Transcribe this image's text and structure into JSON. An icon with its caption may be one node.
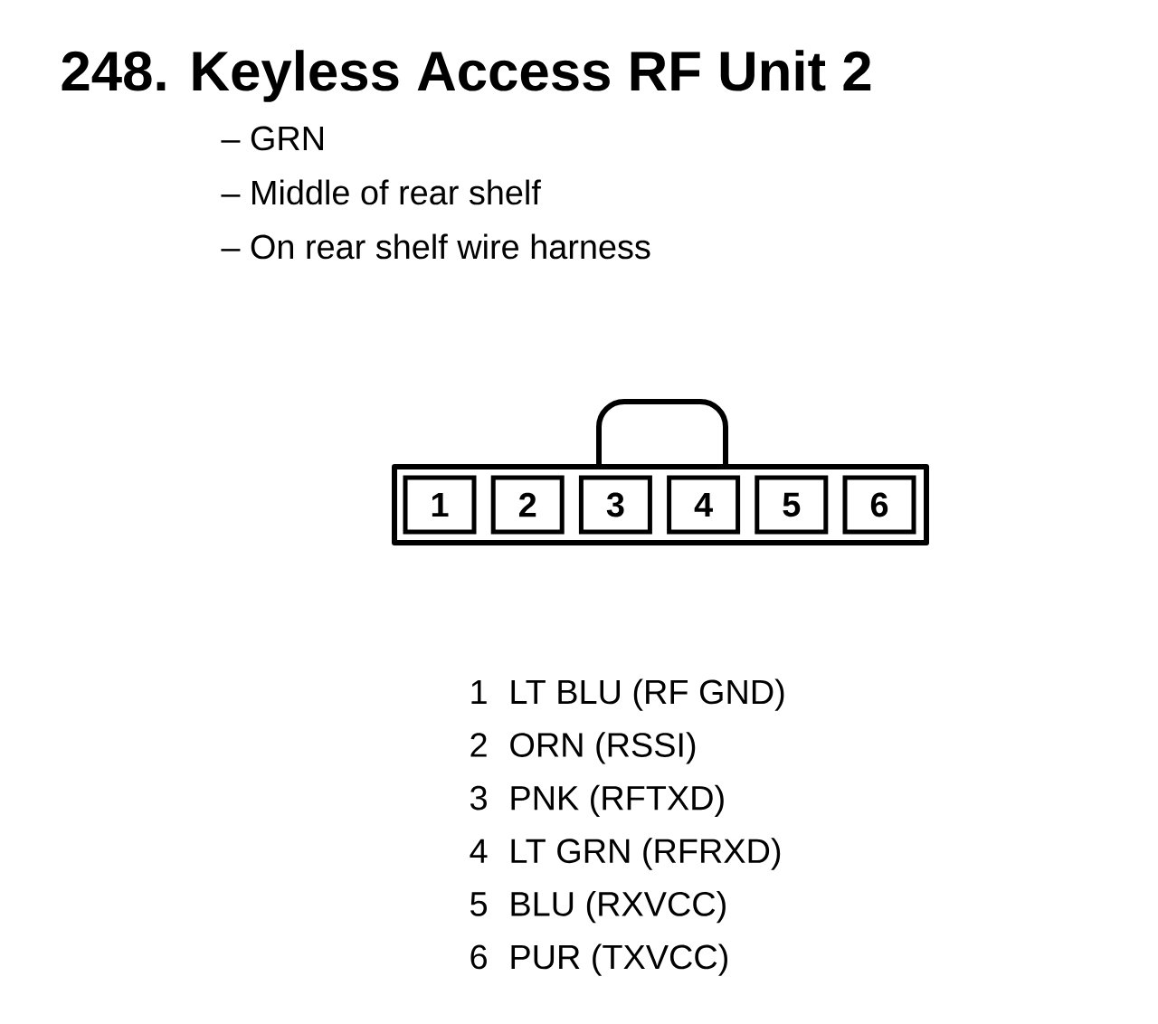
{
  "diagram": {
    "title": "248.  Keyless Access RF Unit 2",
    "nodes": [
      {
        "text": [
          "1"
        ]
      },
      {
        "text": [
          "2"
        ]
      },
      {
        "text": [
          "3"
        ]
      },
      {
        "text": [
          "4"
        ]
      },
      {
        "text": [
          "5"
        ]
      },
      {
        "text": [
          "6"
        ]
      }
    ],
    "labels": [
      "– GRN",
      "– Middle of rear shelf",
      "– On rear shelf wire harness",
      "1",
      "LT BLU (RF GND)",
      "2",
      "ORN (RSSI)",
      "3",
      "PNK (RFTXD)",
      "4",
      "LT GRN (RFRXD)",
      "5",
      "BLU (RXVCC)",
      "6",
      "PUR (TXVCC)"
    ]
  }
}
